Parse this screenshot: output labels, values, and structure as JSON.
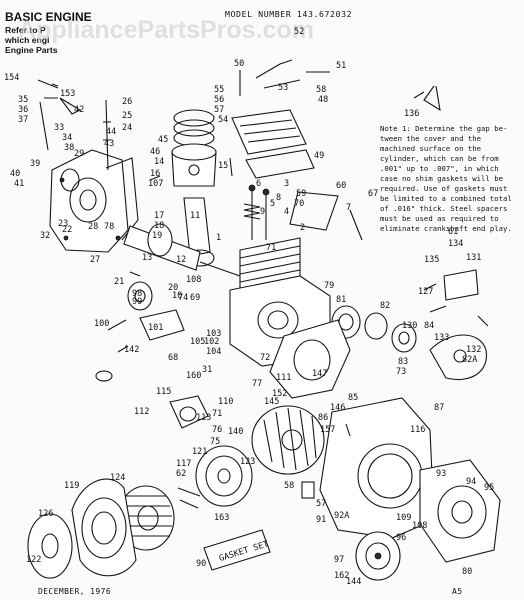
{
  "header": {
    "title": "BASIC ENGINE",
    "subtitle_lines": [
      "Refer to P",
      "which engi",
      "Engine Parts"
    ],
    "model_number": "MODEL NUMBER 143.672032",
    "watermark": "AppliancePartsPros.com"
  },
  "note": {
    "lines": [
      "Note 1: Determine the gap be-",
      "tween the cover and the",
      "machined surface on the",
      "cylinder, which can be from",
      ".001\" up to .007\", in which",
      "case no shim gaskets will be",
      "required. Use of gaskets must",
      "be limited to a combined total",
      "of .016\" thick. Steel spacers",
      "must be used as required to",
      "eliminate crankshaft end play."
    ]
  },
  "footer": {
    "date": "DECEMBER, 1976",
    "code": "A5"
  },
  "gasket_set_label": "GASKET SET",
  "callouts": [
    "154",
    "153",
    "35",
    "36",
    "42",
    "37",
    "33",
    "34",
    "38",
    "29",
    "39",
    "40",
    "41",
    "26",
    "25",
    "24",
    "44",
    "43",
    "45",
    "46",
    "14",
    "15",
    "16",
    "107",
    "32",
    "22",
    "23",
    "28",
    "78",
    "27",
    "17",
    "18",
    "19",
    "11",
    "13",
    "12",
    "21",
    "1",
    "20",
    "10",
    "108",
    "50",
    "51",
    "52",
    "53",
    "55",
    "56",
    "57",
    "54",
    "58",
    "48",
    "49",
    "6",
    "3",
    "5",
    "9",
    "59",
    "70",
    "60",
    "67",
    "7",
    "8",
    "4",
    "2",
    "99",
    "98",
    "100",
    "101",
    "103",
    "102",
    "104",
    "105",
    "142",
    "31",
    "68",
    "69",
    "135",
    "134",
    "131",
    "127",
    "79",
    "81",
    "82",
    "130",
    "84",
    "133",
    "132",
    "82A",
    "83",
    "73",
    "72",
    "111",
    "160",
    "115",
    "112",
    "113",
    "110",
    "71",
    "140",
    "76",
    "75",
    "77",
    "152",
    "145",
    "147",
    "146",
    "85",
    "86",
    "157",
    "87",
    "116",
    "121",
    "117",
    "62",
    "123",
    "124",
    "119",
    "126",
    "122",
    "163",
    "90",
    "58",
    "57",
    "91",
    "92A",
    "93",
    "94",
    "95",
    "109",
    "108",
    "96",
    "97",
    "144",
    "162",
    "80",
    "71",
    "136",
    "61",
    "74"
  ]
}
